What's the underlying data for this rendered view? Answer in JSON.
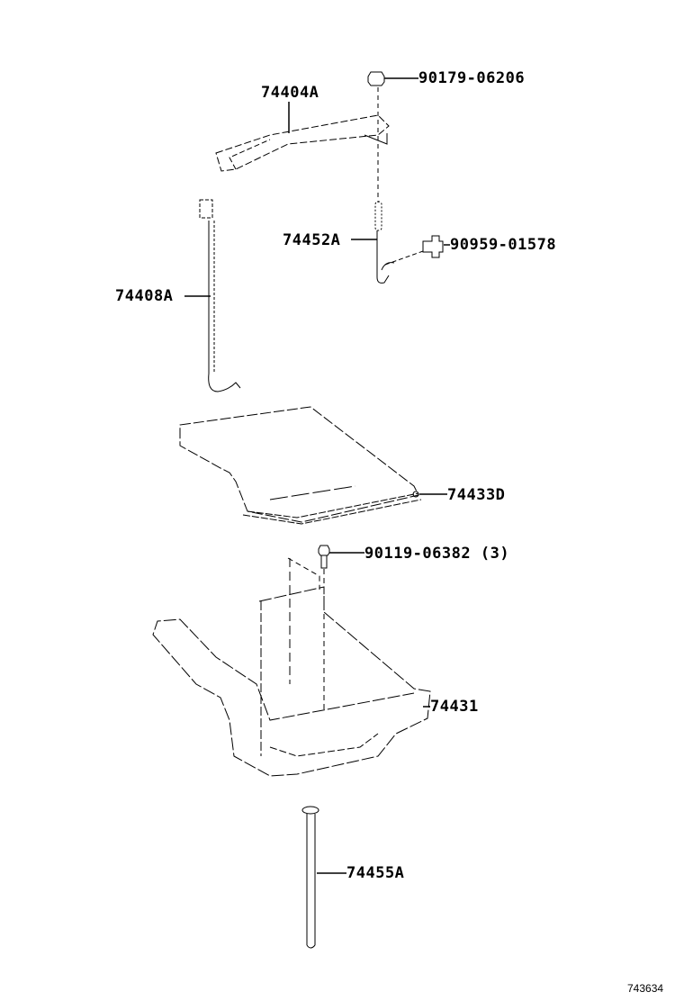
{
  "parts": {
    "holder_clamp": "74404A",
    "clamp_nut": "90179-06206",
    "clamp_bolt_right": "74452A",
    "clip": "90959-01578",
    "clamp_bolt_left": "74408A",
    "battery_tray_cover": "74433D",
    "tray_bolt": "90119-06382",
    "tray_bolt_qty": "(3)",
    "battery_tray": "74431",
    "tray_rod": "74455A"
  },
  "diagram_ref": "743634"
}
